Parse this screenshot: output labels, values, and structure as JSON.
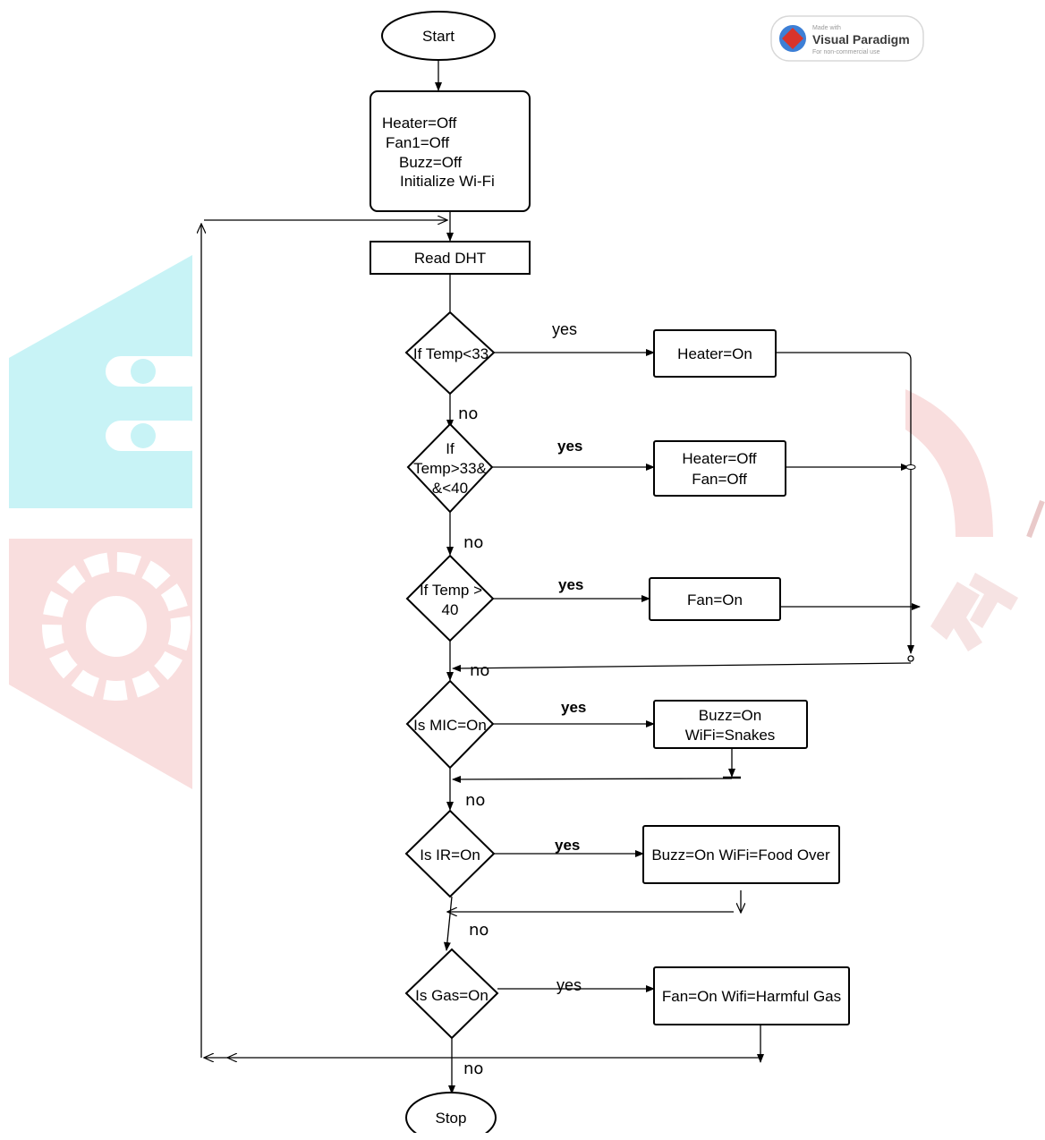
{
  "badge": {
    "line1": "Made with",
    "line2": "Visual Paradigm",
    "line3": "For non-commercial use"
  },
  "nodes": {
    "start": "Start",
    "init": [
      "Heater=Off",
      "Fan1=Off",
      "Buzz=Off",
      "Initialize Wi-Fi"
    ],
    "read_dht": "Read DHT",
    "d_temp_low": [
      "If Temp<33"
    ],
    "a_heater_on": [
      "Heater=On"
    ],
    "d_temp_mid": [
      "If",
      "Temp>33&",
      "&<40"
    ],
    "a_heater_fan_off": [
      "Heater=Off",
      "Fan=Off"
    ],
    "d_temp_high": [
      "If Temp >",
      "40"
    ],
    "a_fan_on": [
      "Fan=On"
    ],
    "d_mic": [
      "Is MIC=On"
    ],
    "a_mic": [
      "Buzz=On",
      "WiFi=Snakes"
    ],
    "d_ir": [
      "Is IR=On"
    ],
    "a_ir": [
      "Buzz=On WiFi=Food Over"
    ],
    "d_gas": [
      "Is Gas=On"
    ],
    "a_gas": [
      "Fan=On Wifi=Harmful Gas"
    ],
    "stop": "Stop"
  },
  "labels": {
    "yes1": "yes",
    "no1": "no",
    "yes2": "yes",
    "no2": "no",
    "yes3": "yes",
    "no3": "no",
    "yes4": "yes",
    "no4": "no",
    "yes5": "yes",
    "no5": "no",
    "yes6": "yes",
    "no6": "no"
  },
  "colors": {
    "watermark_cyan": "#c8f3f6",
    "watermark_red": "#f9dede",
    "badge_red": "#d9342b",
    "badge_blue": "#3d7fd6"
  }
}
